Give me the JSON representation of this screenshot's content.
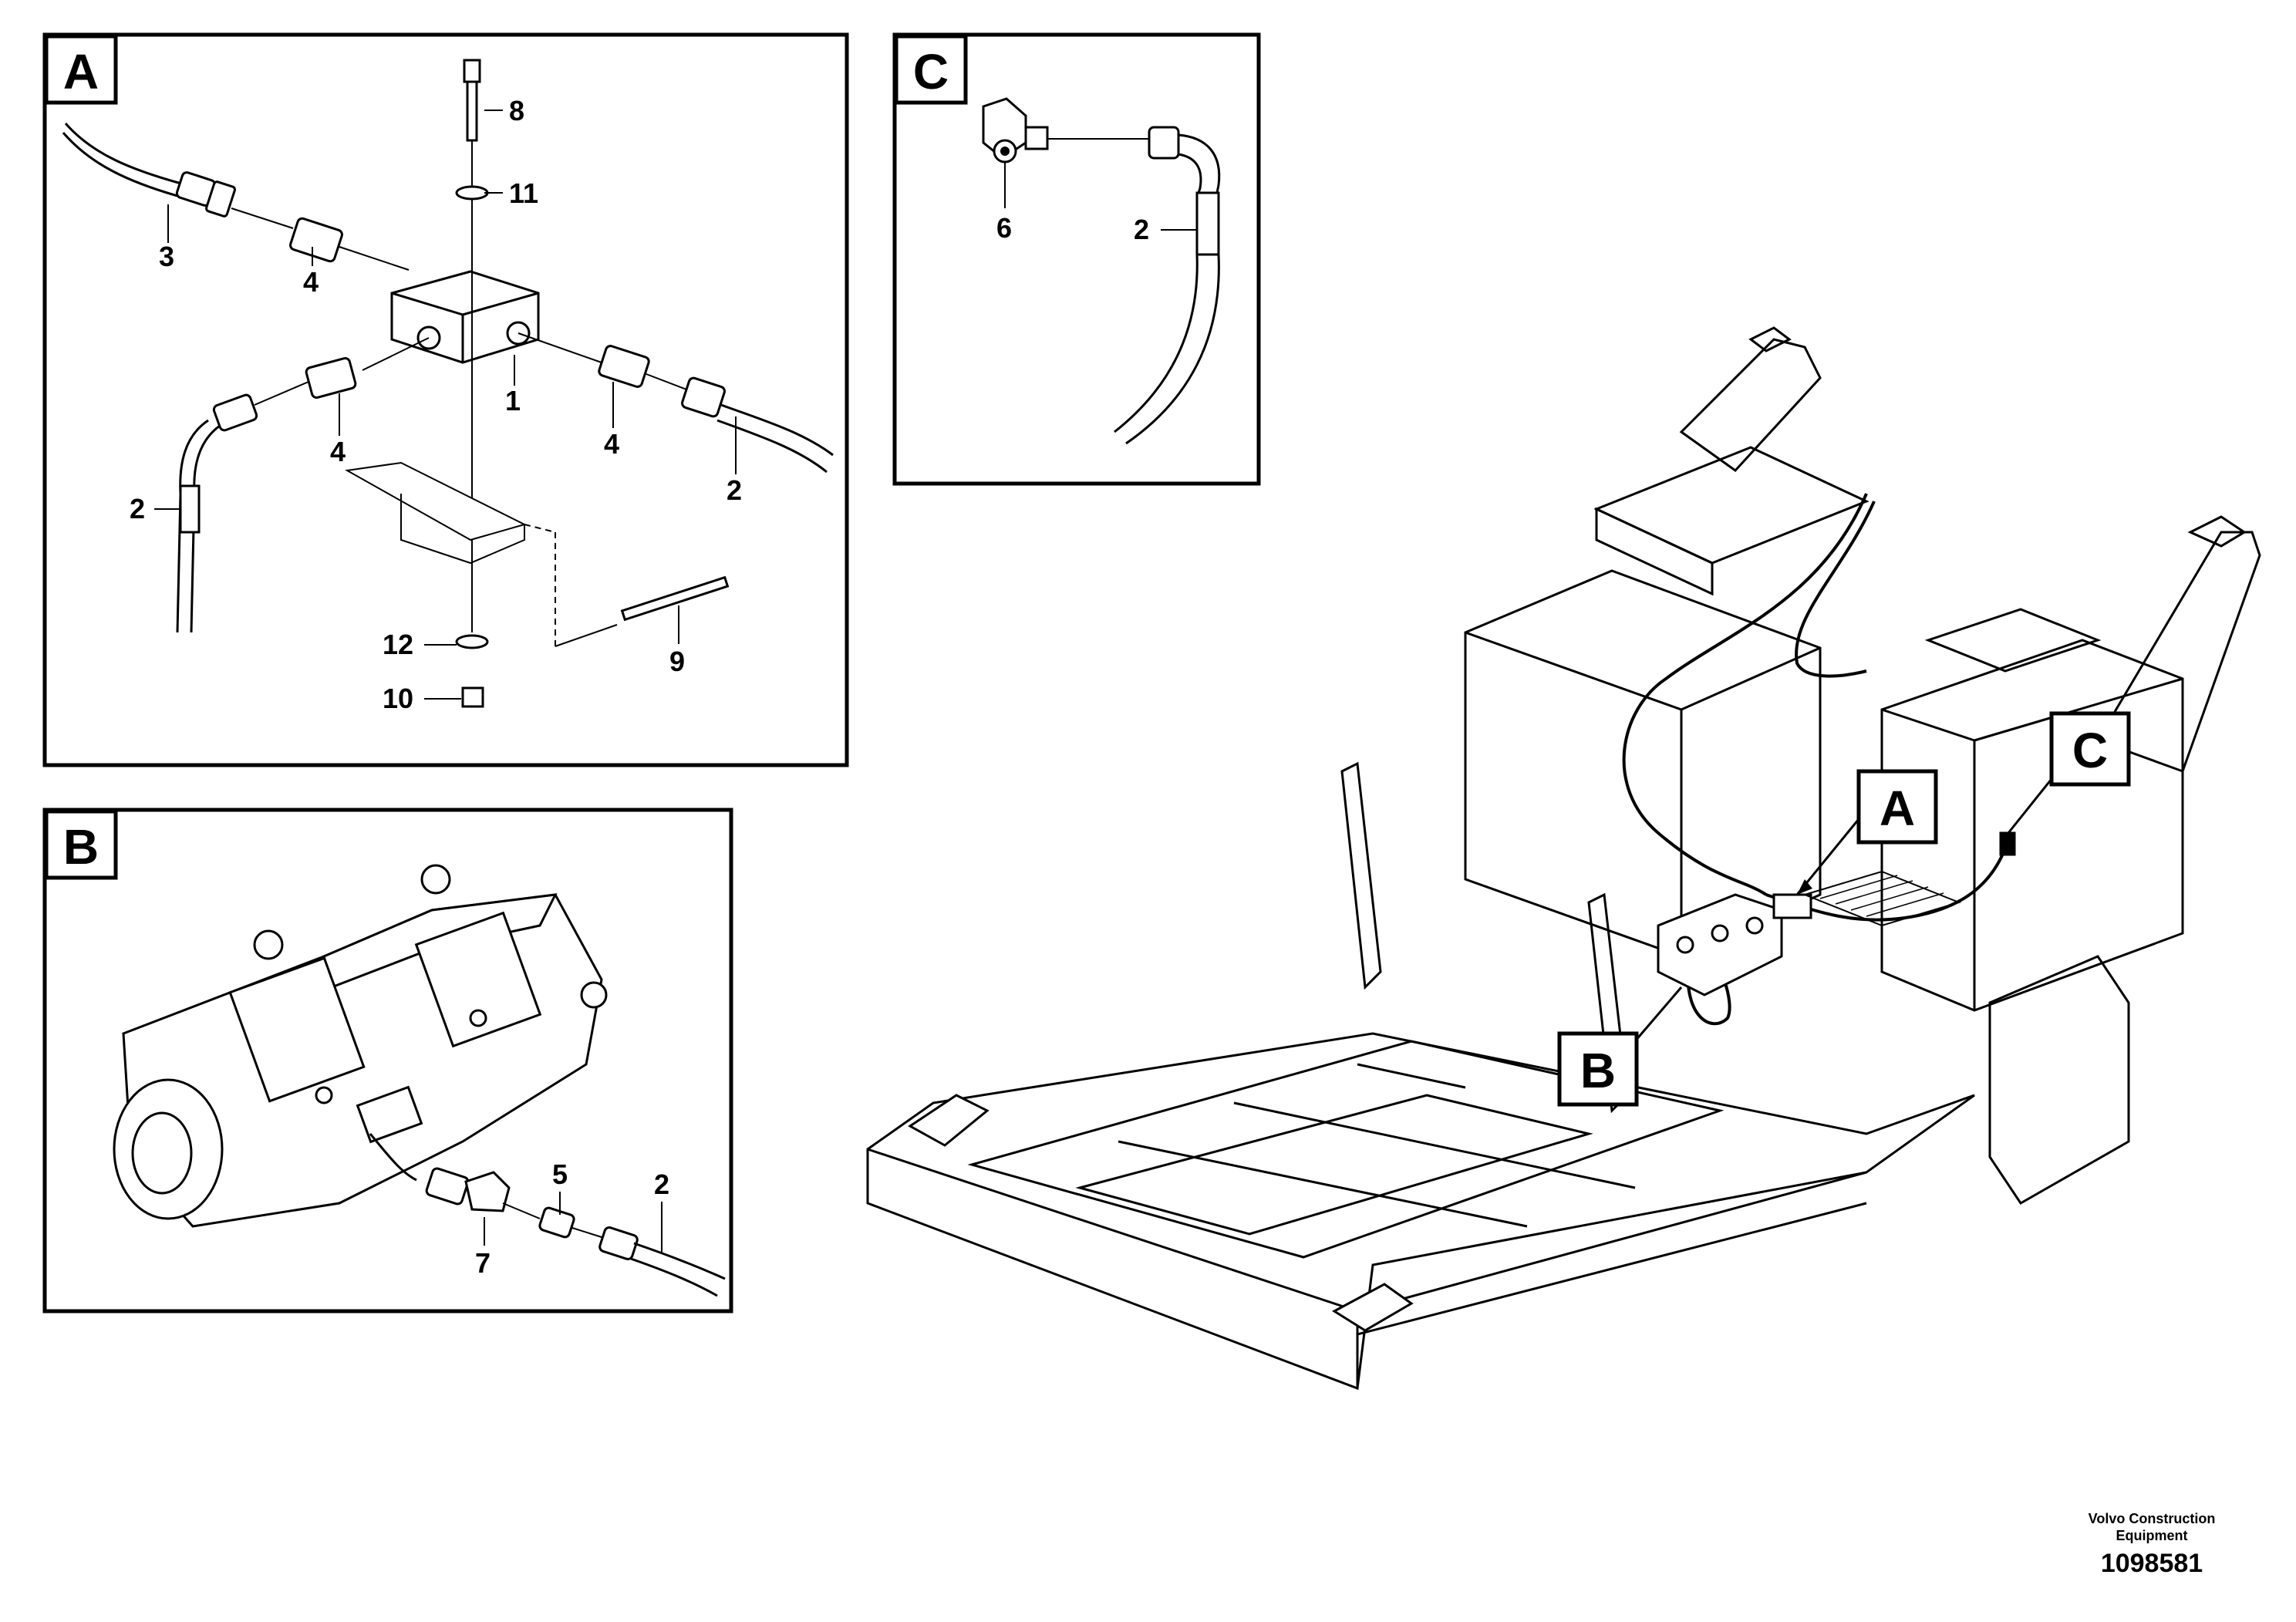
{
  "views": {
    "a": {
      "letter": "A",
      "callouts": {
        "c1": "1",
        "c2a": "2",
        "c2b": "2",
        "c3": "3",
        "c4a": "4",
        "c4b": "4",
        "c4c": "4",
        "c8": "8",
        "c9": "9",
        "c10": "10",
        "c11": "11",
        "c12": "12"
      }
    },
    "b": {
      "letter": "B",
      "callouts": {
        "c2": "2",
        "c5": "5",
        "c7": "7"
      }
    },
    "c": {
      "letter": "C",
      "callouts": {
        "c2": "2",
        "c6": "6"
      }
    }
  },
  "overview_tags": {
    "a": "A",
    "b": "B",
    "c": "C"
  },
  "footer": {
    "manufacturer_line1": "Volvo Construction",
    "manufacturer_line2": "Equipment",
    "drawing_number": "1098581"
  }
}
